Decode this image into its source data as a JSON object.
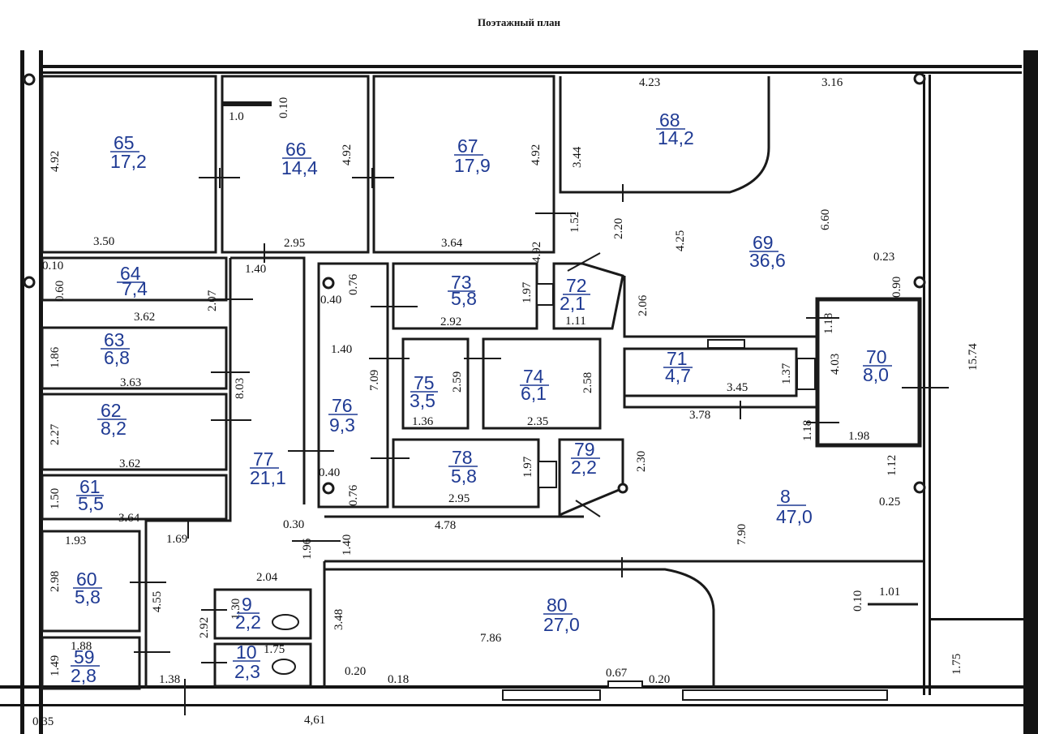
{
  "page": {
    "title": "Поэтажный план"
  },
  "rooms": [
    {
      "number": "65",
      "area": "17,2"
    },
    {
      "number": "66",
      "area": "14,4"
    },
    {
      "number": "67",
      "area": "17,9"
    },
    {
      "number": "68",
      "area": "14,2"
    },
    {
      "number": "69",
      "area": "36,6"
    },
    {
      "number": "64",
      "area": "7,4"
    },
    {
      "number": "73",
      "area": "5,8"
    },
    {
      "number": "72",
      "area": "2,1"
    },
    {
      "number": "63",
      "area": "6,8"
    },
    {
      "number": "75",
      "area": "3,5"
    },
    {
      "number": "74",
      "area": "6,1"
    },
    {
      "number": "71",
      "area": "4,7"
    },
    {
      "number": "70",
      "area": "8,0"
    },
    {
      "number": "76",
      "area": "9,3"
    },
    {
      "number": "62",
      "area": "8,2"
    },
    {
      "number": "77",
      "area": "21,1"
    },
    {
      "number": "78",
      "area": "5,8"
    },
    {
      "number": "79",
      "area": "2,2"
    },
    {
      "number": "61",
      "area": "5,5"
    },
    {
      "number": "8",
      "area": "47,0"
    },
    {
      "number": "60",
      "area": "5,8"
    },
    {
      "number": "80",
      "area": "27,0"
    },
    {
      "number": "9",
      "area": "2,2"
    },
    {
      "number": "59",
      "area": "2,8"
    },
    {
      "number": "10",
      "area": "2,3"
    }
  ],
  "dimensions": [
    "3.50",
    "2.95",
    "3.64",
    "4.92",
    "4.92",
    "4.92",
    "4.92",
    "1.0",
    "0.10",
    "4.23",
    "3.16",
    "3.44",
    "6.60",
    "2.20",
    "4.25",
    "1.52",
    "0.23",
    "0.90",
    "0.10",
    "0.60",
    "1.40",
    "0.76",
    "0.40",
    "3.62",
    "2.07",
    "1.97",
    "2.92",
    "1.11",
    "2.06",
    "1.18",
    "1.86",
    "3.63",
    "8.03",
    "1.40",
    "7.09",
    "2.59",
    "1.36",
    "2.58",
    "2.35",
    "1.37",
    "4.03",
    "15.74",
    "3.45",
    "3.78",
    "1.18",
    "1.98",
    "2.27",
    "3.62",
    "1.97",
    "2.95",
    "2.30",
    "1.12",
    "0.40",
    "0.76",
    "1.50",
    "3.64",
    "1.69",
    "0.30",
    "4.78",
    "0.25",
    "7.90",
    "1.93",
    "1.96",
    "1.40",
    "2.98",
    "4.55",
    "2.04",
    "3.48",
    "0.10",
    "1.01",
    "2.92",
    "1.30",
    "1.88",
    "1.75",
    "7.86",
    "1.75",
    "1.49",
    "1.38",
    "0.20",
    "0.18",
    "0.67",
    "0.20",
    "0,35",
    "4,61"
  ]
}
